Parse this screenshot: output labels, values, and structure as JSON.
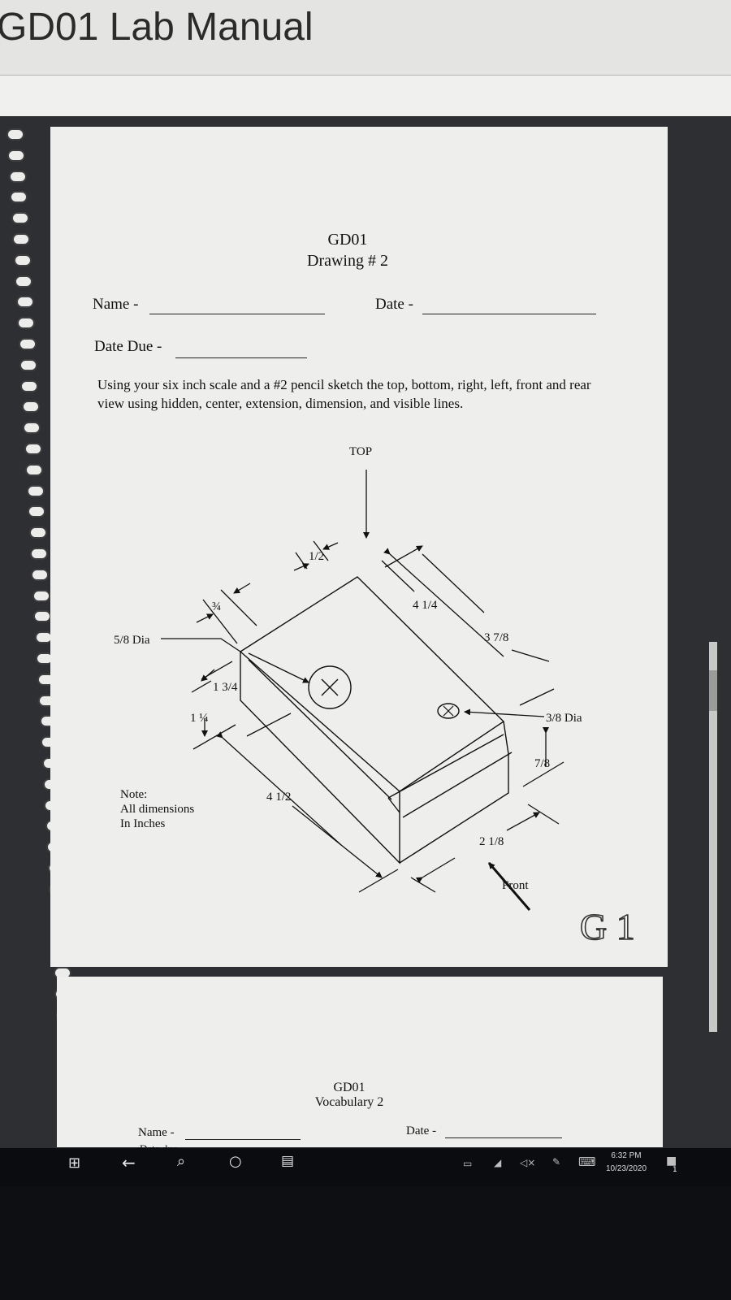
{
  "app": {
    "title": "GD01 Lab Manual"
  },
  "page1": {
    "heading": "GD01",
    "subheading": "Drawing # 2",
    "name_label": "Name -",
    "date_label": "Date -",
    "date_due_label": "Date Due -",
    "instructions": "Using your six inch scale and a #2 pencil sketch the top, bottom, right, left, front and rear view using hidden, center, extension, dimension, and visible lines.",
    "note_lines": [
      "Note:",
      "All dimensions",
      "In Inches"
    ]
  },
  "drawing": {
    "top_label": "TOP",
    "front_label": "Front",
    "hole_large_label": "5/8 Dia",
    "hole_small_label": "3/8 Dia",
    "dims": {
      "half": "1/2",
      "three_quarter": "¾",
      "four_quarter": "4 1/4",
      "three_seven_eighths": "3 7/8",
      "one_three_quarter": "1 3/4",
      "one_quarter": "1 ¼",
      "seven_eighths": "7/8",
      "four_half": "4 1/2",
      "two_eighth": "2 1/8"
    },
    "stamp": "G 1"
  },
  "page2": {
    "heading": "GD01",
    "subheading": "Vocabulary 2",
    "name_label": "Name -",
    "date_label": "Date -",
    "date_due_label": "Date due -"
  },
  "taskbar": {
    "time": "6:32 PM",
    "date": "10/23/2020",
    "notification_count": "1",
    "icons": [
      "windows-start-icon",
      "back-arrow-icon",
      "search-icon",
      "cortana-circle-icon",
      "task-view-icon",
      "battery-icon",
      "wifi-icon",
      "speaker-muted-icon",
      "pen-icon",
      "keyboard-icon",
      "notification-icon"
    ]
  }
}
